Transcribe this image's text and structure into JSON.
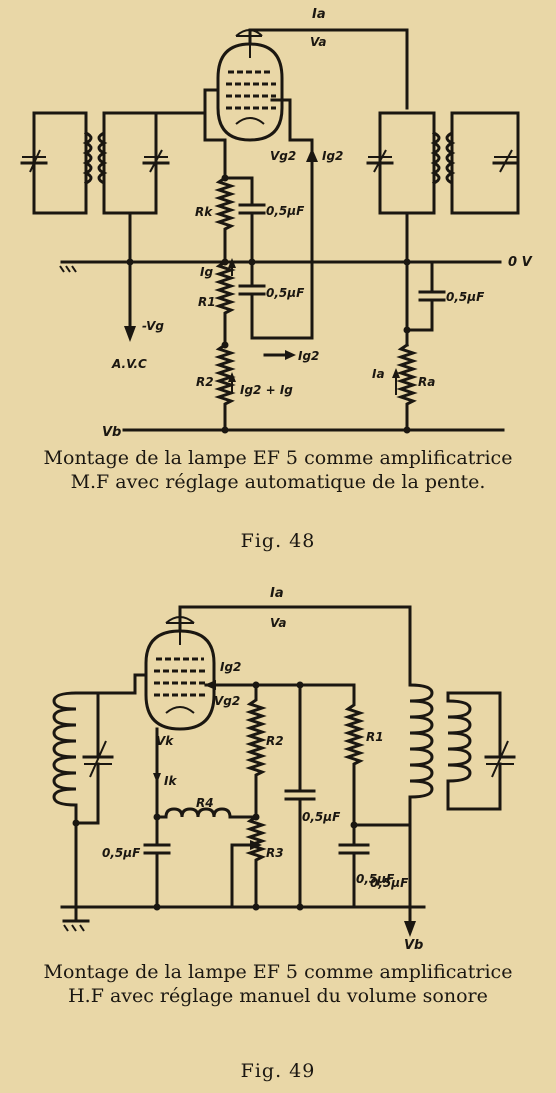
{
  "fig48": {
    "caption_line1": "Montage de la lampe EF 5 comme amplificatrice",
    "caption_line2": "M.F  avec réglage automatique de la pente.",
    "fig_label": "Fig.  48",
    "labels": {
      "ia": "Ia",
      "va": "Va",
      "vg2": "Vg2",
      "ig2_up": "Ig2",
      "rk": "Rk",
      "c1": "0,5µF",
      "ov": "0 V",
      "ig": "Ig",
      "r1": "R1",
      "c2": "0,5µF",
      "c3": "0,5µF",
      "vg": "-Vg",
      "avc": "A.V.C",
      "ig2_right": "Ig2",
      "ia_lower": "Ia",
      "r2": "R2",
      "ig2_ig": "Ig2 + Ig",
      "ra": "Ra",
      "vb": "Vb"
    }
  },
  "fig49": {
    "caption_line1": "Montage de la lampe EF 5 comme amplificatrice",
    "caption_line2": "H.F  avec réglage manuel du volume sonore",
    "fig_label": "Fig.  49",
    "labels": {
      "ia": "Ia",
      "va": "Va",
      "ig2": "Ig2",
      "vg2": "Vg2",
      "vk": "Vk",
      "ik": "Ik",
      "r2": "R2",
      "r1": "R1",
      "r4": "R4",
      "c1": "0,5µF",
      "c2": "0,5µF",
      "r3": "R3",
      "c3": "0,5µF",
      "c4": "0,5µF",
      "vb": "Vb"
    }
  }
}
